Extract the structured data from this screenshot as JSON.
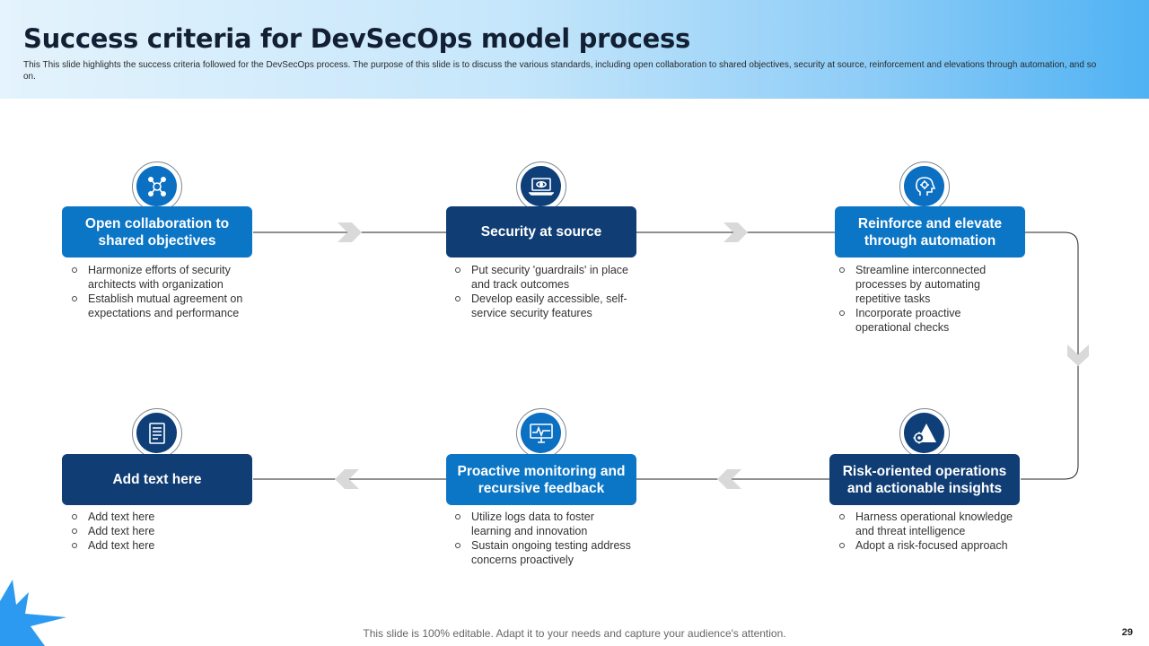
{
  "header": {
    "title": "Success criteria for DevSecOps model process",
    "subtitle": "This This slide highlights the success criteria followed for the DevSecOps process. The purpose of this slide is to discuss the various standards, including open collaboration to shared objectives, security at source, reinforcement and elevations through automation, and so on."
  },
  "stages": [
    {
      "label": "Open collaboration to shared objectives",
      "icon": "collaboration-icon",
      "bullets": [
        "Harmonize efforts of security architects with organization",
        "Establish mutual agreement on expectations and performance"
      ]
    },
    {
      "label": "Security at source",
      "icon": "laptop-eye-icon",
      "bullets": [
        "Put security 'guardrails' in place and track outcomes",
        "Develop easily accessible, self-service security features"
      ]
    },
    {
      "label": "Reinforce and elevate through automation",
      "icon": "ai-head-icon",
      "bullets": [
        "Streamline interconnected processes by automating repetitive tasks",
        "Incorporate proactive operational checks"
      ]
    },
    {
      "label": "Risk-oriented operations and actionable insights",
      "icon": "risk-warning-icon",
      "bullets": [
        "Harness operational knowledge and threat intelligence",
        "Adopt a risk-focused approach"
      ]
    },
    {
      "label": "Proactive monitoring and recursive feedback",
      "icon": "monitor-chart-icon",
      "bullets": [
        "Utilize logs data to foster learning and innovation",
        "Sustain ongoing testing address concerns proactively"
      ]
    },
    {
      "label": "Add text here",
      "icon": "document-icon",
      "bullets": [
        "Add text here",
        "Add text here",
        "Add text here"
      ]
    }
  ],
  "footer": {
    "note": "This slide is 100% editable. Adapt it to your needs and capture your audience's attention.",
    "page_number": "29"
  },
  "colors": {
    "stage_blue": "#0b75c6",
    "stage_navy": "#0f3d74",
    "connector": "#222222",
    "chevron": "#d9d9d9",
    "starburst": "#2b9af0"
  }
}
